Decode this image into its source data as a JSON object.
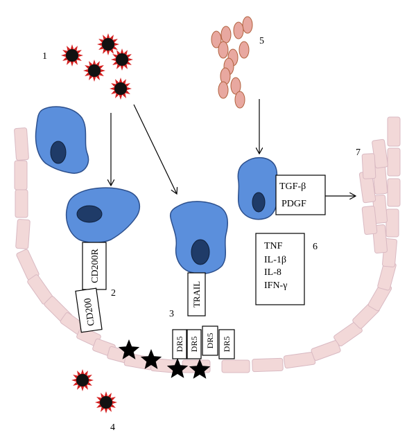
{
  "labels": {
    "n1": "1",
    "n2": "2",
    "n3": "3",
    "n4": "4",
    "n5": "5",
    "n6": "6",
    "n7": "7"
  },
  "receptors": {
    "cd200r": "CD200R",
    "cd200": "CD200",
    "trail": "TRAIL",
    "dr5": "DR5"
  },
  "growth_factors": {
    "tgf": "TGF-β",
    "pdgf": "PDGF"
  },
  "cytokines": {
    "tnf": "TNF",
    "il1": "IL-1β",
    "il8": "IL-8",
    "ifn": "IFN-γ"
  },
  "colors": {
    "cell_fill": "#5b8fdc",
    "cell_stroke": "#2c4f8c",
    "nucleus_fill": "#1f3b68",
    "tissue_fill": "#f2d8d8",
    "tissue_stroke": "#d9b9c2",
    "rbc_fill": "#e8a8a0",
    "rbc_stroke": "#b0603c",
    "virus_fill": "#111111",
    "virus_spike": "#d42020"
  }
}
